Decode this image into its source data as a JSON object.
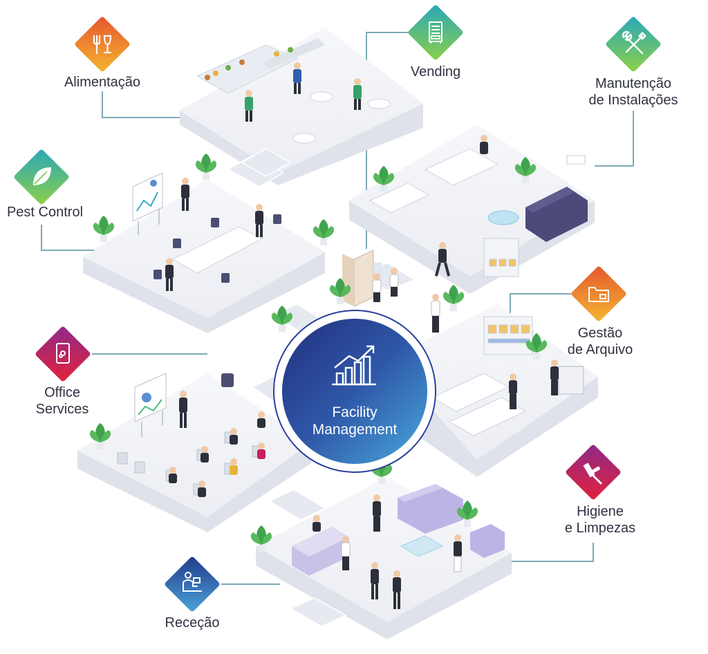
{
  "center": {
    "line1": "Facility",
    "line2": "Management",
    "icon": "bar-chart-growth-icon"
  },
  "services": {
    "alimentacao": {
      "label": "Alimentação",
      "icon": "cutlery-icon"
    },
    "vending": {
      "label": "Vending",
      "icon": "vending-machine-icon"
    },
    "manutencao": {
      "line1": "Manutenção",
      "line2": "de Instalações",
      "icon": "tools-icon"
    },
    "pest_control": {
      "label": "Pest Control",
      "icon": "leaf-icon"
    },
    "gestao": {
      "line1": "Gestão",
      "line2": "de Arquivo",
      "icon": "folder-icon"
    },
    "office": {
      "line1": "Office",
      "line2": "Services",
      "icon": "office-device-icon"
    },
    "higiene": {
      "line1": "Higiene",
      "line2": "e Limpezas",
      "icon": "squeegee-icon"
    },
    "rececao": {
      "label": "Receção",
      "icon": "receptionist-icon"
    }
  },
  "colors": {
    "orange": "#f08a24",
    "green": "#5bbf5a",
    "magenta": "#c8205f",
    "blue": "#2a3f9e",
    "connector": "#7ea9b9",
    "floor": "#eef0f5"
  }
}
